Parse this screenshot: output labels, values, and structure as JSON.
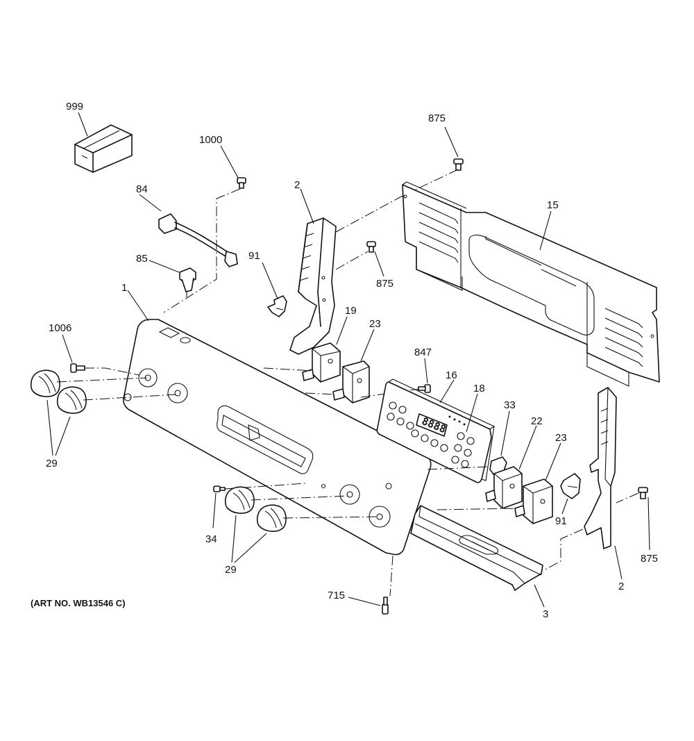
{
  "diagram": {
    "art_number": "(ART NO. WB13546 C)",
    "display_readout": "8888"
  },
  "callouts": [
    {
      "id": "c999a",
      "text": "999"
    },
    {
      "id": "c1000",
      "text": "1000"
    },
    {
      "id": "c875a",
      "text": "875"
    },
    {
      "id": "c2a",
      "text": "2"
    },
    {
      "id": "c84",
      "text": "84"
    },
    {
      "id": "c15",
      "text": "15"
    },
    {
      "id": "c85",
      "text": "85"
    },
    {
      "id": "c91a",
      "text": "91"
    },
    {
      "id": "c875b",
      "text": "875"
    },
    {
      "id": "c1",
      "text": "1"
    },
    {
      "id": "c19",
      "text": "19"
    },
    {
      "id": "c23a",
      "text": "23"
    },
    {
      "id": "c1006",
      "text": "1006"
    },
    {
      "id": "c847",
      "text": "847"
    },
    {
      "id": "c16",
      "text": "16"
    },
    {
      "id": "c18",
      "text": "18"
    },
    {
      "id": "c33",
      "text": "33"
    },
    {
      "id": "c22",
      "text": "22"
    },
    {
      "id": "c23b",
      "text": "23"
    },
    {
      "id": "c29a",
      "text": "29"
    },
    {
      "id": "c91b",
      "text": "91"
    },
    {
      "id": "c34",
      "text": "34"
    },
    {
      "id": "c875c",
      "text": "875"
    },
    {
      "id": "c29b",
      "text": "29"
    },
    {
      "id": "c2b",
      "text": "2"
    },
    {
      "id": "c715",
      "text": "715"
    },
    {
      "id": "c3",
      "text": "3"
    }
  ]
}
